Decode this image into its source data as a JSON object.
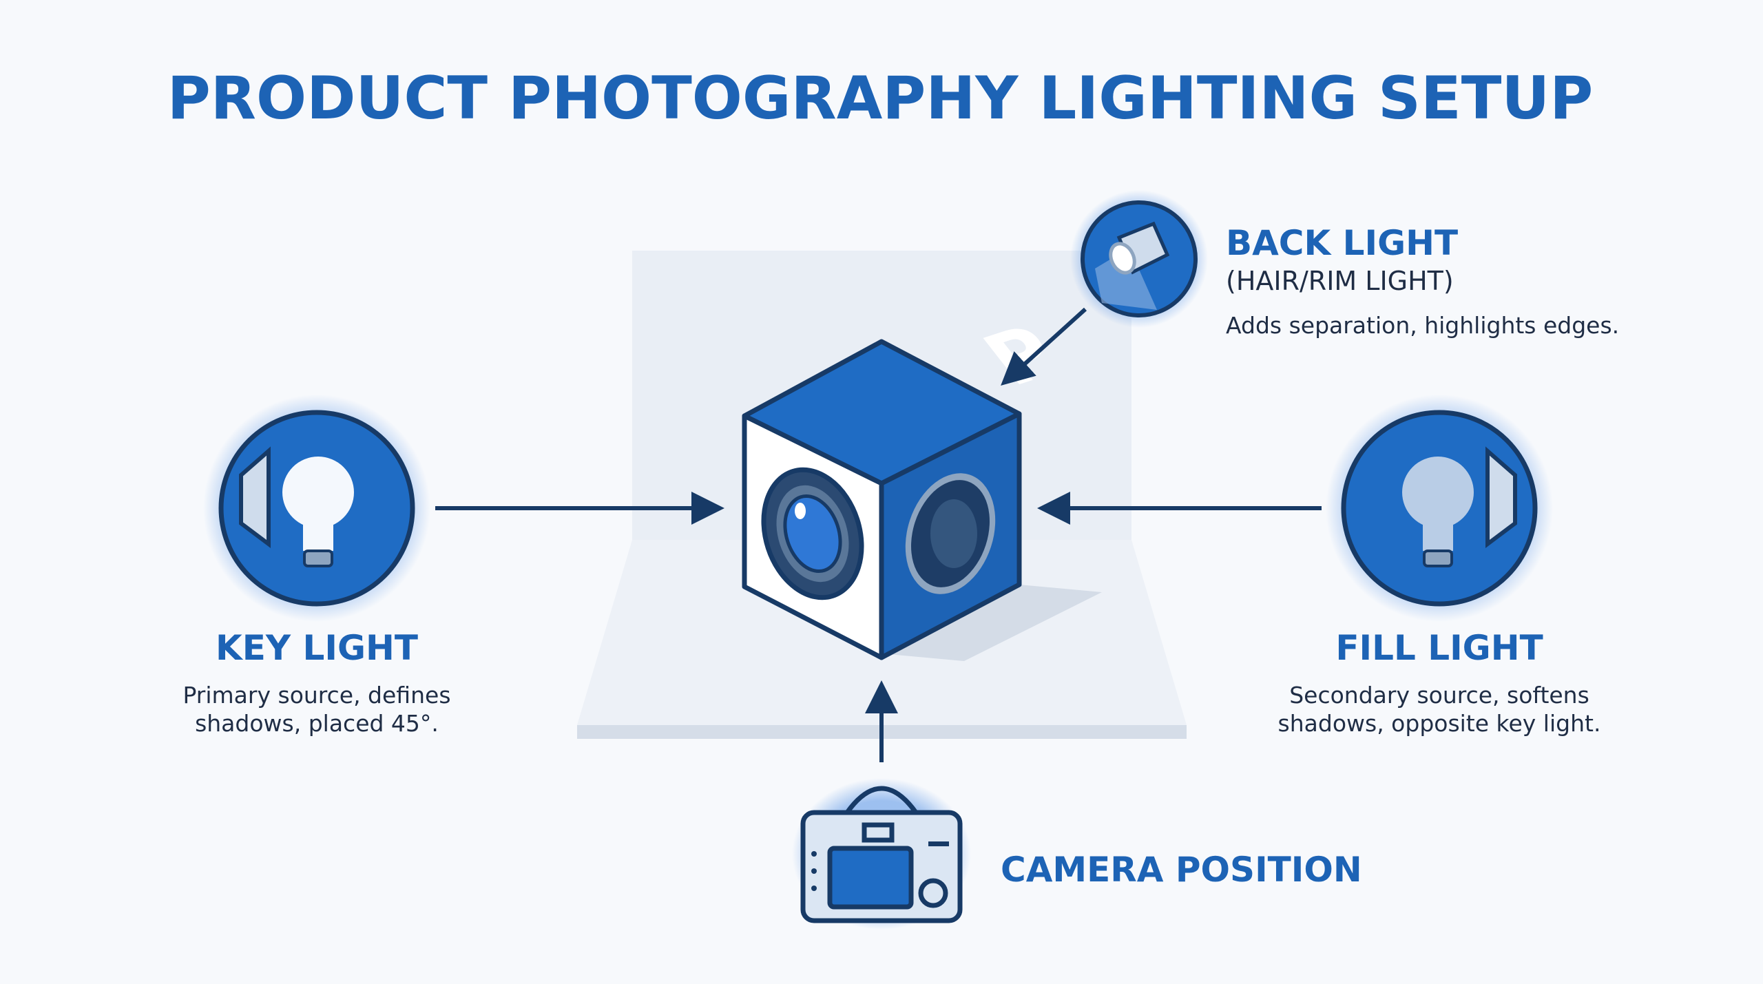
{
  "title": "PRODUCT PHOTOGRAPHY LIGHTING SETUP",
  "colors": {
    "primary": "#1d63b5",
    "dark": "#173a66",
    "backdrop": "#e9eef5",
    "background": "#f7f9fc"
  },
  "key_light": {
    "label": "KEY LIGHT",
    "desc_line1": "Primary source, defines",
    "desc_line2": "shadows, placed 45°.",
    "icon": "lightbulb-softbox-icon"
  },
  "fill_light": {
    "label": "FILL LIGHT",
    "desc_line1": "Secondary source, softens",
    "desc_line2": "shadows, opposite key light.",
    "icon": "lightbulb-softbox-icon"
  },
  "back_light": {
    "label": "BACK LIGHT",
    "sublabel": "(HAIR/RIM LIGHT)",
    "desc": "Adds separation, highlights edges.",
    "icon": "spotlight-icon"
  },
  "camera": {
    "label": "CAMERA POSITION",
    "icon": "camera-icon"
  },
  "product": {
    "logo_letter": "P",
    "icon": "product-cube-icon"
  }
}
